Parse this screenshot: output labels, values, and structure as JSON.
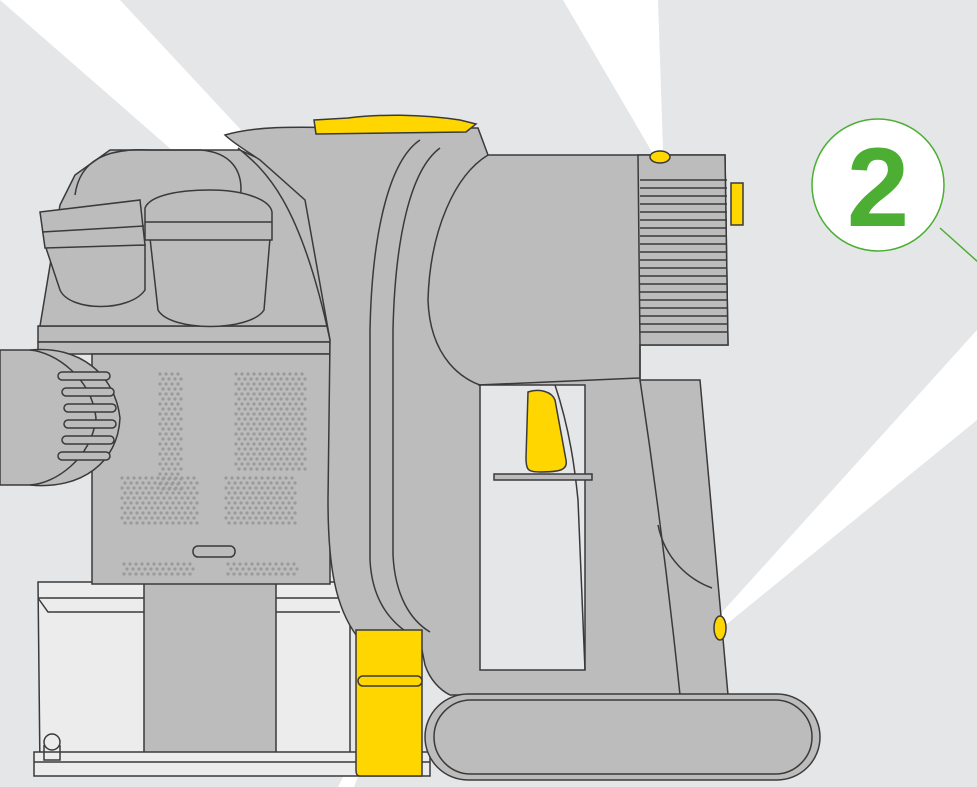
{
  "badge": {
    "number": "2",
    "color": "#4caf34"
  },
  "colors": {
    "background": "#e5e6e8",
    "body": "#bcbcbc",
    "outline": "#3a3a3a",
    "accent": "#ffd600",
    "rays": "#ffffff",
    "bin": "#ececec"
  },
  "icons": {
    "vacuum": "handheld-vacuum-illustration",
    "trigger": "power-trigger",
    "bin_release": "bin-release-catch"
  }
}
